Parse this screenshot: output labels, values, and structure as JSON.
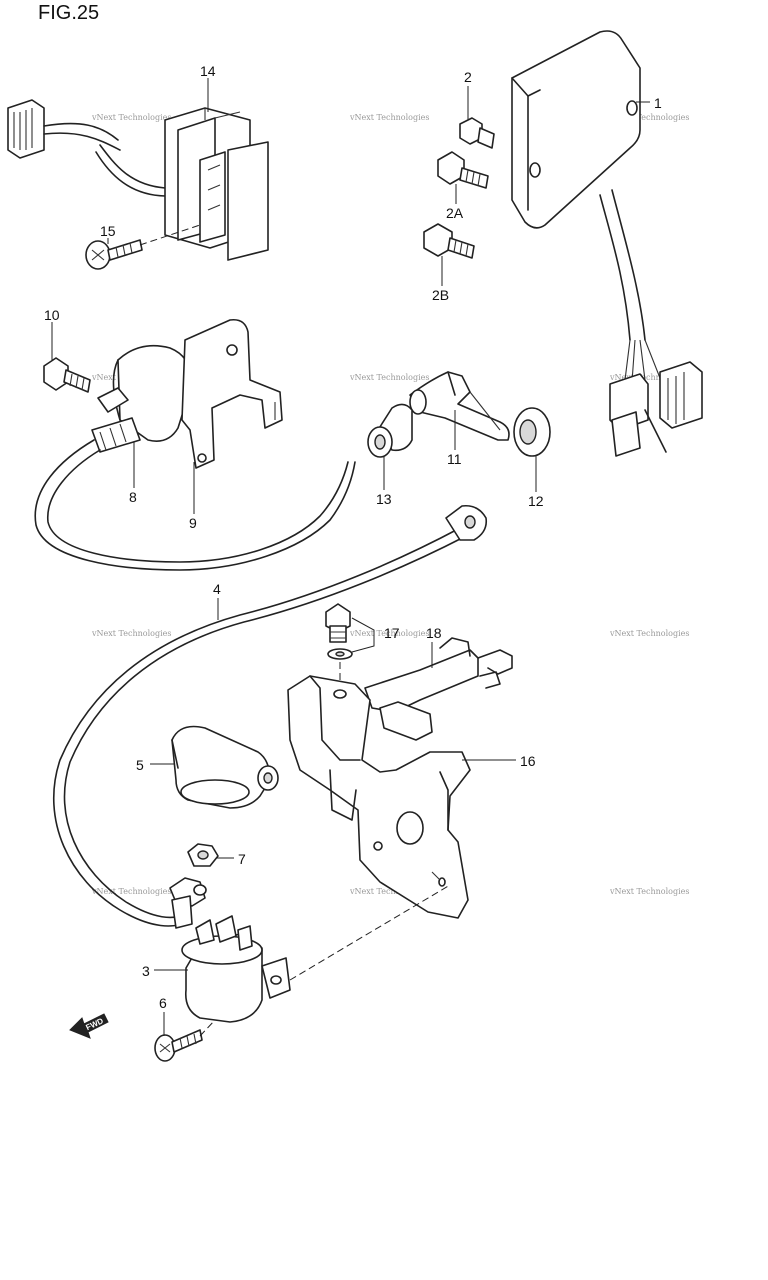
{
  "figure_title": "FIG.25",
  "watermark": "vNext Technologies",
  "fwd_label": "FWD",
  "parts": [
    {
      "label": "1"
    },
    {
      "label": "2"
    },
    {
      "label": "2A"
    },
    {
      "label": "2B"
    },
    {
      "label": "3"
    },
    {
      "label": "4"
    },
    {
      "label": "5"
    },
    {
      "label": "6"
    },
    {
      "label": "7"
    },
    {
      "label": "8"
    },
    {
      "label": "9"
    },
    {
      "label": "10"
    },
    {
      "label": "11"
    },
    {
      "label": "12"
    },
    {
      "label": "13"
    },
    {
      "label": "14"
    },
    {
      "label": "15"
    },
    {
      "label": "16"
    },
    {
      "label": "17"
    },
    {
      "label": "18"
    }
  ]
}
